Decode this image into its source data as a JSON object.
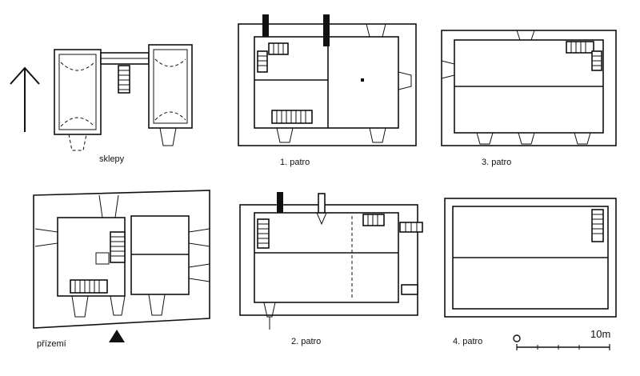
{
  "labels": {
    "cellars": "sklepy",
    "floor1": "1. patro",
    "floor3": "3. patro",
    "ground": "přízemí",
    "floor2": "2. patro",
    "floor4": "4. patro"
  },
  "scale": {
    "start": "0",
    "end": "10m"
  }
}
